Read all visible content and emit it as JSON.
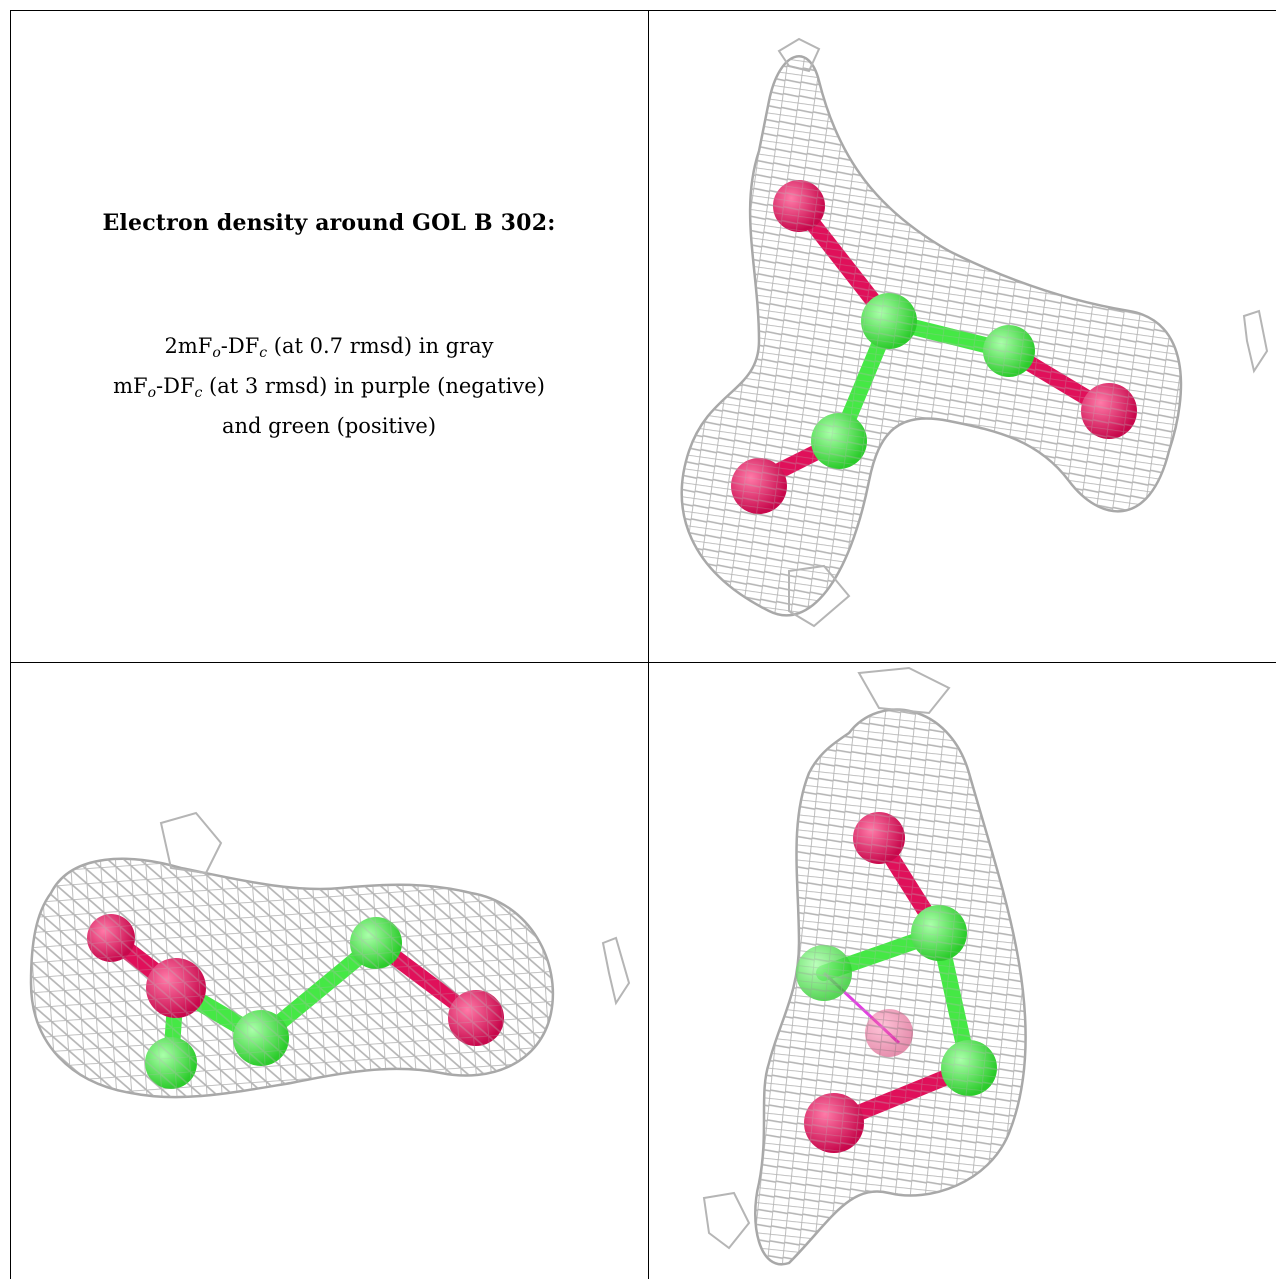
{
  "legend": {
    "title": "Electron density around GOL B 302:",
    "line1": {
      "a": "2mF",
      "sub1": "o",
      "b": "-DF",
      "sub2": "c",
      "c": " (at 0.7 rmsd) in gray"
    },
    "line2": {
      "a": "mF",
      "sub1": "o",
      "b": "-DF",
      "sub2": "c",
      "c": " (at 3 rmsd) in purple (negative)"
    },
    "line3": "and green (positive)"
  },
  "colors": {
    "mesh": "#b9b9b9",
    "carbon": "#45e845",
    "oxygen": "#e0105a",
    "difference_negative": "#e040e0"
  },
  "panels": [
    {
      "name": "view-top-right",
      "content": "glycerol-density-mesh"
    },
    {
      "name": "view-bottom-left",
      "content": "glycerol-density-mesh"
    },
    {
      "name": "view-bottom-right",
      "content": "glycerol-density-mesh"
    }
  ]
}
